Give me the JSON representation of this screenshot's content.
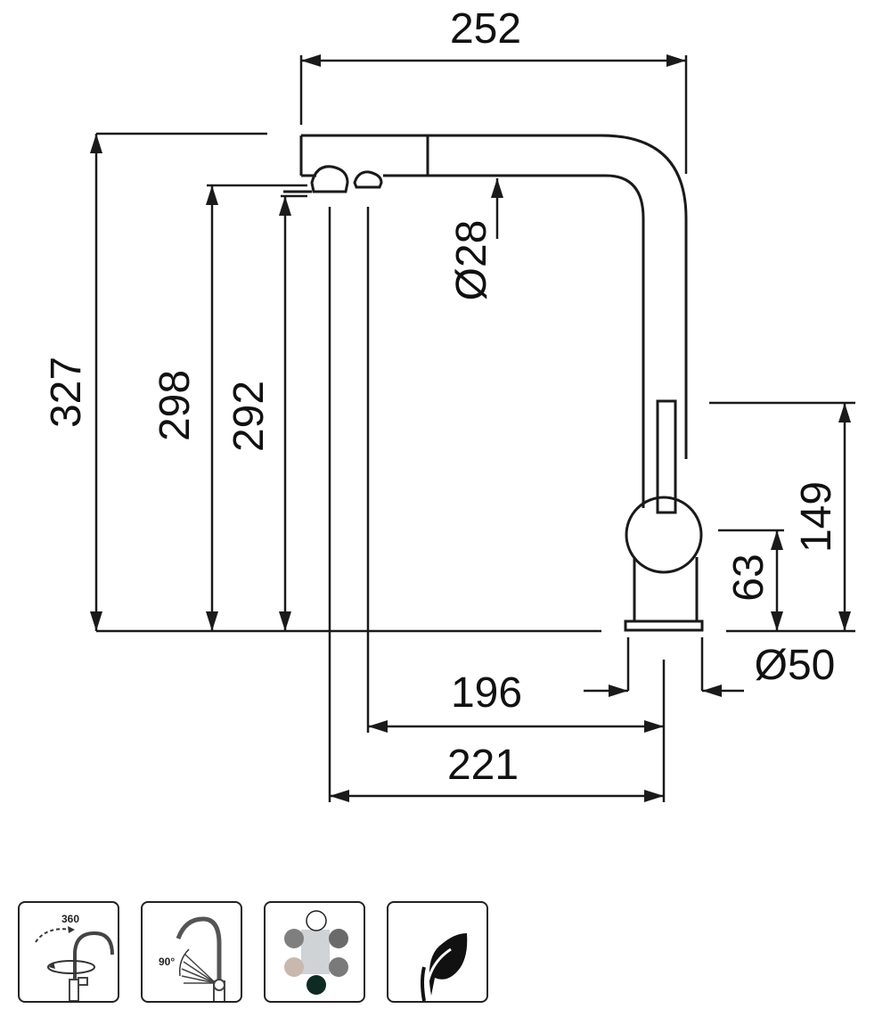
{
  "dimensions": {
    "overall_width": "252",
    "overall_height": "327",
    "spout_height_outer": "298",
    "spout_height_inner": "292",
    "spout_diameter": "Ø28",
    "lever_height": "149",
    "body_height": "63",
    "base_diameter": "Ø50",
    "reach_inner": "196",
    "reach_outer": "221"
  },
  "icons": {
    "swivel_angle": "360",
    "lever_angle": "90°"
  },
  "colors": {
    "line": "#1a1a1a",
    "finish_swatches": [
      "#ffffff",
      "#7f7f7f",
      "#6a6a6a",
      "#c8b8ad",
      "#7a7a7a",
      "#0f2a22"
    ]
  }
}
